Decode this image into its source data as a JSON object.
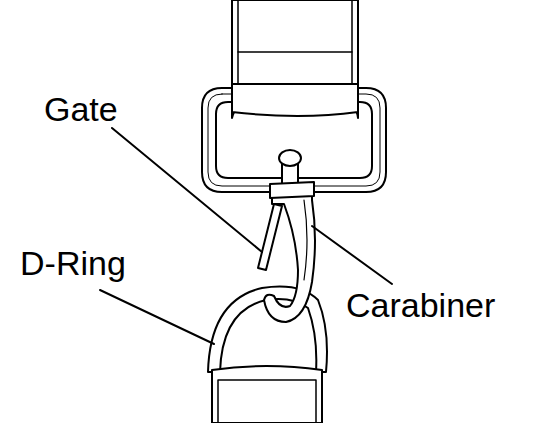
{
  "diagram": {
    "labels": [
      "Gate",
      "D-Ring",
      "Carabiner"
    ]
  }
}
